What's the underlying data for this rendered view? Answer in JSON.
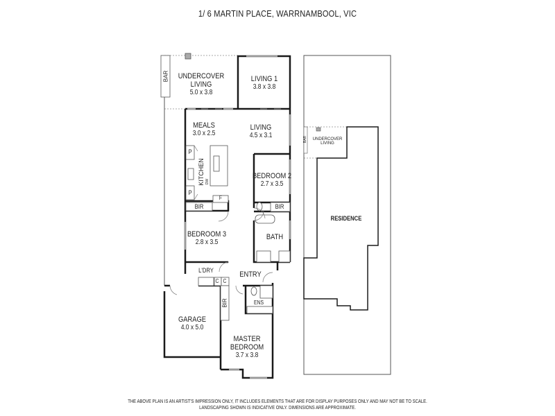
{
  "title": "1/ 6 MARTIN PLACE, WARRNAMBOOL, VIC",
  "rooms": {
    "undercover": {
      "name": "UNDERCOVER\nLIVING",
      "name1": "UNDERCOVER",
      "name2": "LIVING",
      "dims": "5.0 x 3.8"
    },
    "living1": {
      "name": "LIVING 1",
      "dims": "3.8 x 3.8"
    },
    "meals": {
      "name": "MEALS",
      "dims": "3.0 x 2.5"
    },
    "living": {
      "name": "LIVING",
      "dims": "4.5 x 3.1"
    },
    "bedroom2": {
      "name": "BEDROOM 2",
      "dims": "2.7 x 3.5"
    },
    "bedroom3": {
      "name": "BEDROOM 3",
      "dims": "2.8 x 3.5"
    },
    "garage": {
      "name": "GARAGE",
      "dims": "4.0 x 5.0"
    },
    "master": {
      "name1": "MASTER",
      "name2": "BEDROOM",
      "dims": "3.7 x 3.8"
    }
  },
  "small_labels": {
    "bar": "BAR",
    "kitchen": "KITCHEN",
    "dw": "DW",
    "pantry": "P",
    "bir": "BIR",
    "fridge": "F",
    "bath": "BATH",
    "laundry": "L'DRY",
    "cupboard": "C",
    "entry": "ENTRY",
    "ensuite": "ENS"
  },
  "neighbour": {
    "residence": "RESIDENCE",
    "undercover1": "UNDERCOVER",
    "undercover2": "LIVING",
    "bar": "BAR"
  },
  "disclaimer": {
    "line1": "THE ABOVE PLAN IS AN ARTIST'S IMPRESSION ONLY, IT INCLUDES ELEMENTS THAT ARE FOR DISPLAY PURPOSES ONLY AND MAY NOT BE TO SCALE.",
    "line2": "LANDSCAPING SHOWN IS INDICATIVE ONLY. DIMENSIONS ARE APPROXIMATE."
  },
  "colors": {
    "wall": "#1a1a1a",
    "window": "#9a9a9a",
    "text": "#222222"
  }
}
